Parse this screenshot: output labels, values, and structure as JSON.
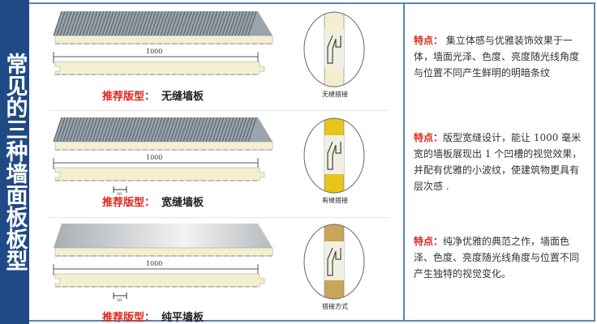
{
  "sidebar_title": "常见的三种墙面板板型",
  "rows": [
    {
      "type": "ribbed",
      "dimension": "1000",
      "gap_dimension": "",
      "label_key": "推荐版型：",
      "label_value": "无缝墙板",
      "joint_caption": "无缝搭接",
      "feature_key": "特点：",
      "feature_text": "集立体感与优雅装饰效果于一体，墙面光泽、色度、亮度随光线角度与位置不同产生鲜明的明暗条纹",
      "core_color": "#f3eed0"
    },
    {
      "type": "ribbed",
      "dimension": "1000",
      "gap_dimension": "50",
      "label_key": "推荐版型：",
      "label_value": "宽缝墙板",
      "joint_caption": "有缝搭接",
      "feature_key": "特点：",
      "feature_text": "版型宽缝设计，能让 1000 毫米宽的墙板展现出 1 个凹槽的视觉效果，并配有优雅的小波纹，使建筑物更具有层次感 .",
      "core_color": "#e8c51a"
    },
    {
      "type": "flat",
      "dimension": "1000",
      "gap_dimension": "50",
      "label_key": "推荐版型：",
      "label_value": "纯平墙板",
      "joint_caption": "搭接方式",
      "feature_key": "特点：",
      "feature_text": "纯净优雅的典范之作，墙面色泽、色度、亮度随光线角度与位置不同产生独特的视觉变化。",
      "core_color": "#c9a55a"
    }
  ],
  "colors": {
    "accent": "#1f4a86",
    "red": "#e0241b",
    "foam": "#f4f0cf"
  }
}
